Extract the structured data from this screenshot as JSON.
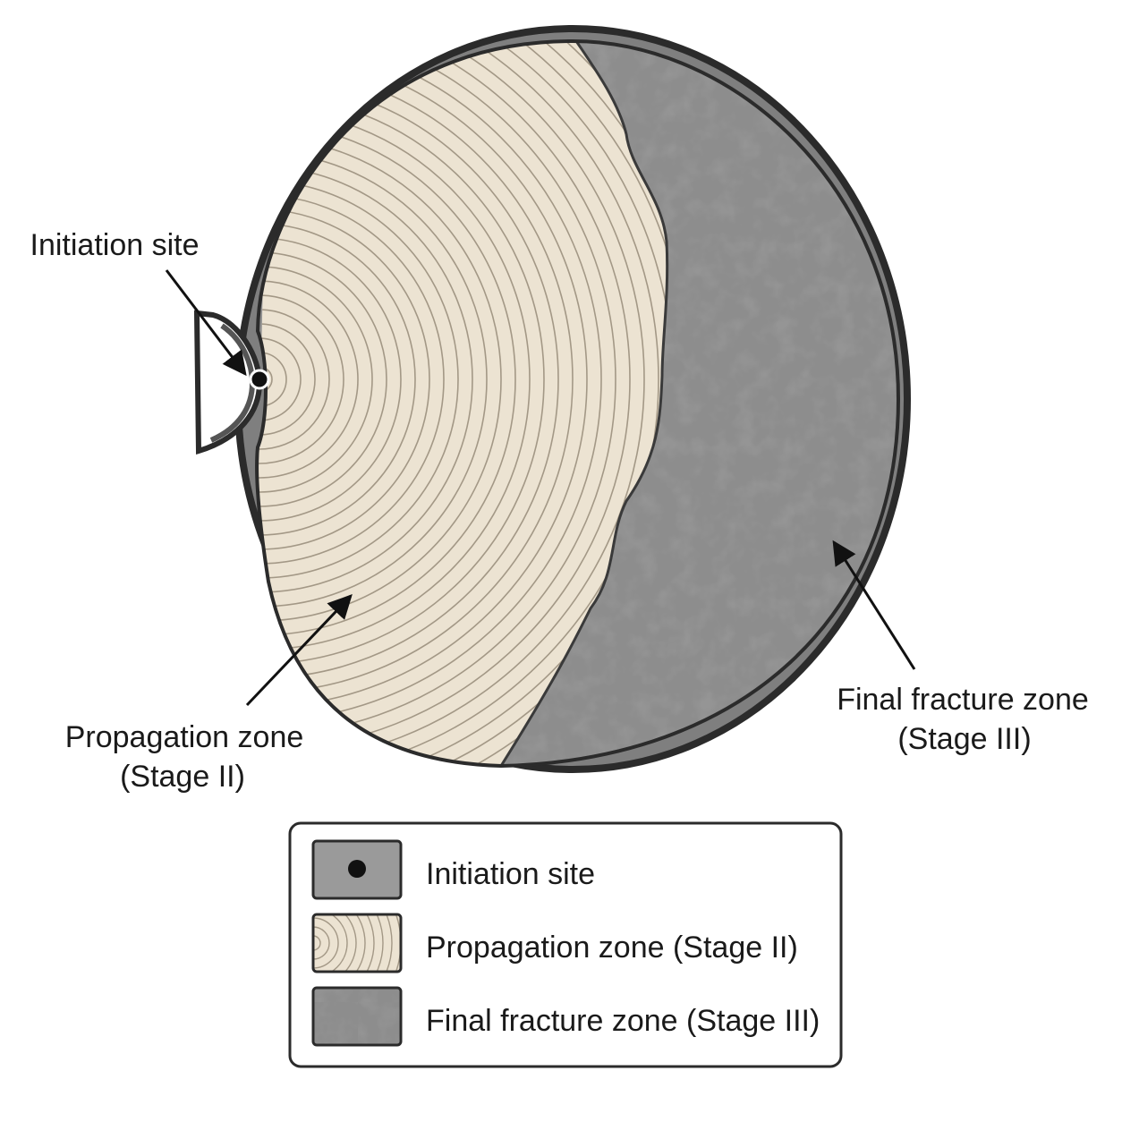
{
  "labels": {
    "initiation": "Initiation site",
    "propagation_line1": "Propagation zone",
    "propagation_line2": "(Stage II)",
    "final_line1": "Final fracture zone",
    "final_line2": "(Stage III)"
  },
  "legend": {
    "items": [
      {
        "label": "Initiation site",
        "swatch": "initiation-site-swatch"
      },
      {
        "label": "Propagation zone (Stage II)",
        "swatch": "beach-marks-swatch"
      },
      {
        "label": "Final fracture zone (Stage III)",
        "swatch": "rough-texture-swatch"
      }
    ]
  },
  "colors": {
    "rim": "#7a7a7a",
    "outline": "#2b2b2b",
    "propagation_fill": "#ece3d2",
    "beach_mark_line": "#9a8f7f",
    "final_fracture_fill": "#4d4d4d",
    "final_fracture_light": "#8a8a8a"
  }
}
